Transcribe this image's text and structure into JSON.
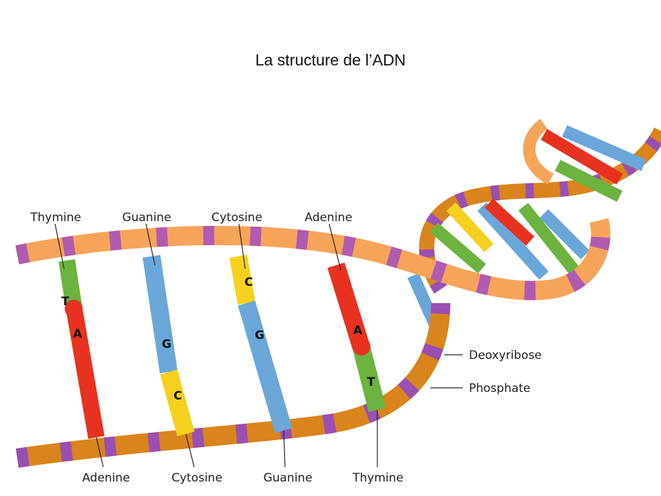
{
  "title": "La structure de l’ADN",
  "labels": {
    "top": [
      "Thymine",
      "Guanine",
      "Cytosine",
      "Adenine"
    ],
    "bottom": [
      "Adenine",
      "Cytosine",
      "Guanine",
      "Thymine"
    ],
    "deoxyribose": "Deoxyribose",
    "phosphate": "Phosphate"
  },
  "pairs": [
    {
      "top": "T",
      "bottom": "A"
    },
    {
      "top": "G",
      "bottom": "C"
    },
    {
      "top": "C",
      "bottom": "G"
    },
    {
      "top": "A",
      "bottom": "T"
    }
  ],
  "colors": {
    "adenine": "#e6321e",
    "thymine": "#6cb33f",
    "guanine": "#6aa7d8",
    "cytosine": "#f6d01f",
    "sugar_light": "#f6a45a",
    "sugar_dark": "#d9841c",
    "phosphate": "#9a4fb2"
  }
}
